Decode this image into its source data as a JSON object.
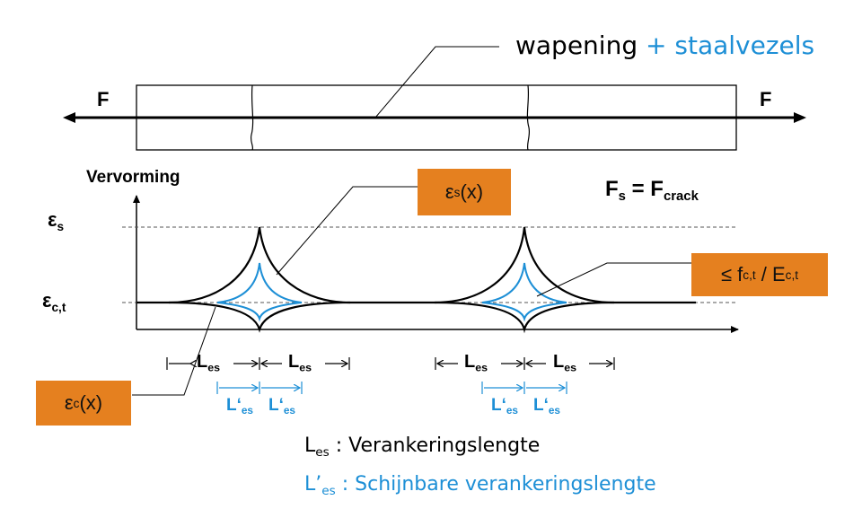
{
  "top_label": {
    "main": "wapening",
    "plus": "+",
    "fibers": "staalvezels"
  },
  "force_left": "F",
  "force_right": "F",
  "y_axis_label": "Vervorming",
  "eps_s": {
    "symbol": "ε",
    "sub": "s"
  },
  "eps_ct": {
    "symbol": "ε",
    "sub": "c,t"
  },
  "box_eps_s": {
    "symbol": "ε",
    "sub": "s",
    "arg": "(x)"
  },
  "box_eps_c": {
    "symbol": "ε",
    "sub": "c",
    "arg": "(x)"
  },
  "box_limit": {
    "prefix": "≤ f",
    "sub1": "c,t",
    "mid": " / E",
    "sub2": "c,t"
  },
  "equation": {
    "f": "F",
    "s": "s",
    "eq": " = F",
    "crack": "crack"
  },
  "les": {
    "L": "L",
    "sub": "es"
  },
  "les_prime": {
    "L": "L‘",
    "sub": "es"
  },
  "legend": {
    "line1_L": "L",
    "line1_sub": "es",
    "line1_text": " : Verankeringslengte",
    "line2_L": "L’",
    "line2_sub": "es",
    "line2_text": " : Schijnbare verankeringslengte"
  },
  "colors": {
    "black": "#000000",
    "blue": "#1d8fd6",
    "orange": "#e5801f",
    "dashed": "#555555"
  }
}
